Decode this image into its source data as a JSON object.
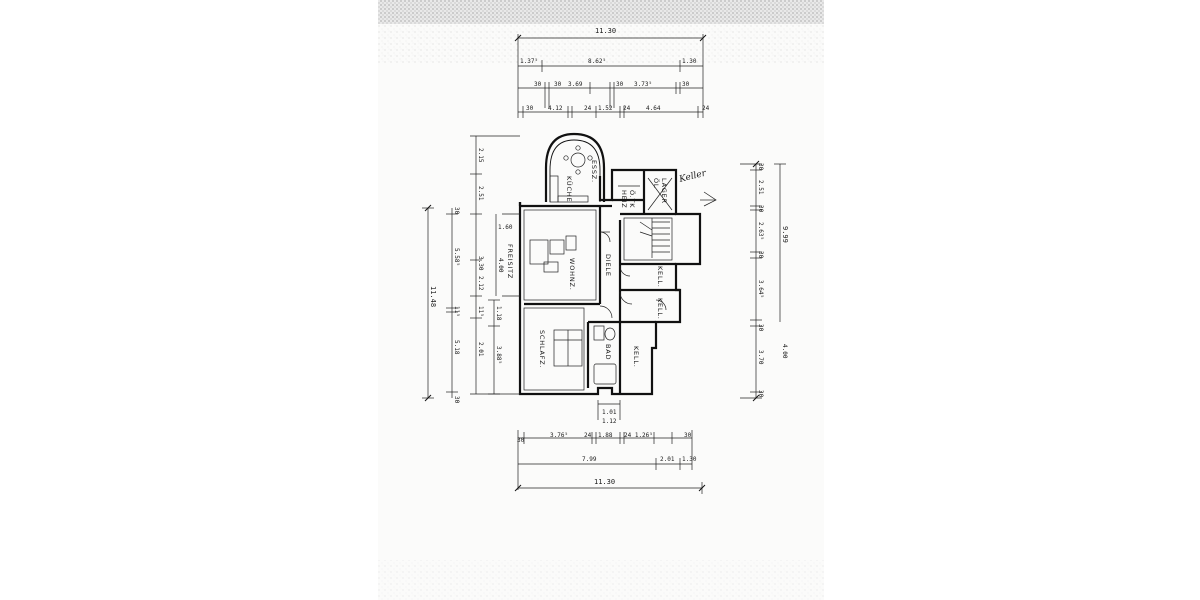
{
  "plan": {
    "rooms": {
      "essz": "ESSZ.",
      "kueche": "KÜCHE",
      "heiz": "HEIZ",
      "heiz_sub": "Ö.TK",
      "oel": "ÖL",
      "oel_sub": "LAGER",
      "wohnz": "WOHNZ.",
      "diele": "DIELE",
      "freisitz": "FREISITZ",
      "schlafz": "SCHLAFZ.",
      "bad": "BAD",
      "kell_1": "KELL.",
      "kell_2": "KELL.",
      "kell_3": "KELL.",
      "handwritten": "Keller"
    },
    "dims_top": {
      "overall": "11.30",
      "r1": [
        "1.37⁵",
        "8.62⁵",
        "1.30"
      ],
      "r2": [
        "30",
        "30",
        "3.69",
        "30",
        "3.73⁵",
        "30"
      ],
      "r3": [
        "30",
        "4.12",
        "24",
        "1.52",
        "24",
        "4.64",
        "24"
      ]
    },
    "dims_bottom": {
      "r1": [
        "1.01",
        "1.12"
      ],
      "r2": [
        "30",
        "3.76⁵",
        "24",
        "1.88",
        "24 1.26⁵",
        "30"
      ],
      "r3": [
        "7.99",
        "2.01",
        "1.30"
      ],
      "overall": "11.30"
    },
    "dims_left": {
      "overall": "11.48",
      "col1": [
        "30",
        "5.58⁵",
        "11⁵",
        "5.18",
        "30"
      ],
      "col2": [
        "2.15",
        "2.51",
        "1.60",
        "3.30",
        "2.12",
        "4.00",
        "1.18",
        "11⁵",
        "2.01"
      ],
      "col3": [
        "3.88⁵"
      ]
    },
    "dims_right": {
      "overall": "9.99",
      "col1": [
        "30",
        "2.51",
        "30",
        "2.63⁵",
        "30",
        "3.64⁵",
        "30",
        "3.70",
        "30"
      ],
      "col2": [
        "4.00"
      ]
    }
  }
}
